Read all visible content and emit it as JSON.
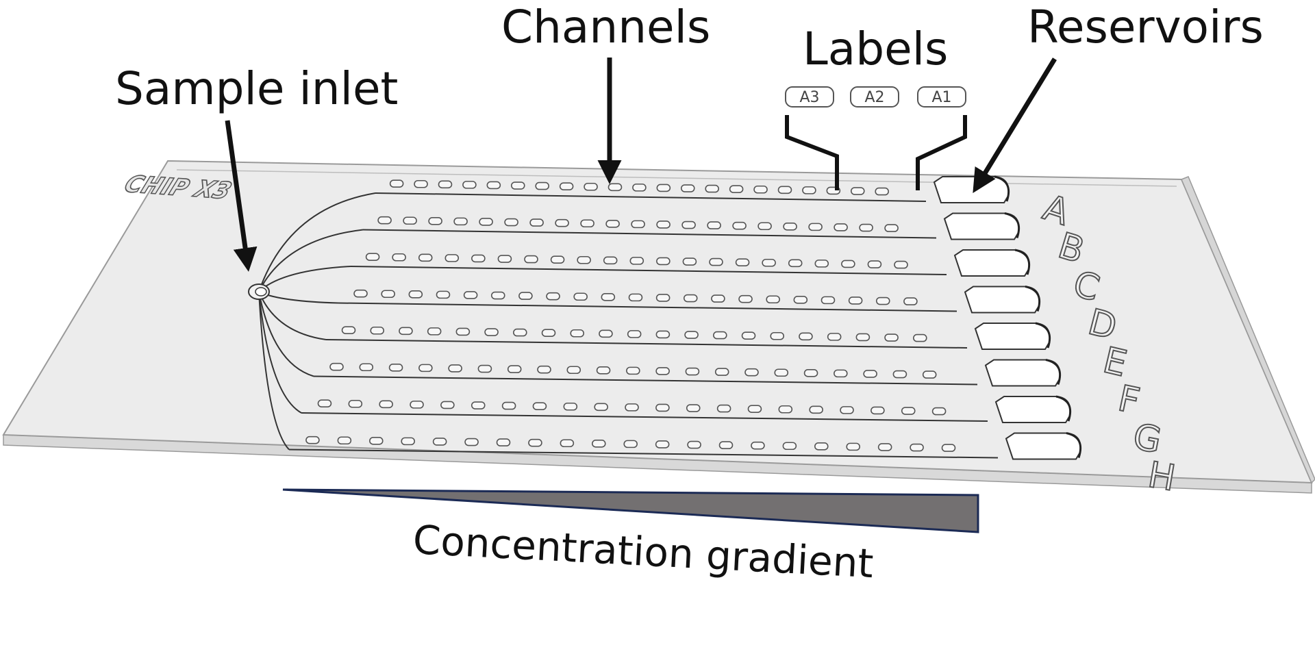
{
  "callouts": {
    "sample_inlet": "Sample inlet",
    "channels": "Channels",
    "labels": "Labels",
    "reservoirs": "Reservoirs"
  },
  "chip": {
    "brand": "CHIP X3",
    "well_labels": [
      "A3",
      "A2",
      "A1"
    ],
    "row_letters": [
      "A",
      "B",
      "C",
      "D",
      "E",
      "F",
      "G",
      "H"
    ],
    "wells_per_channel": 21
  },
  "gradient": {
    "label": "Concentration gradient"
  },
  "colors": {
    "chip_fill": "#ececec",
    "chip_edge": "#cfcfcf",
    "line": "#333333",
    "reservoir": "#ffffff",
    "gradient_fill": "#737071",
    "gradient_stroke": "#1b2a55",
    "arrow": "#111111"
  }
}
